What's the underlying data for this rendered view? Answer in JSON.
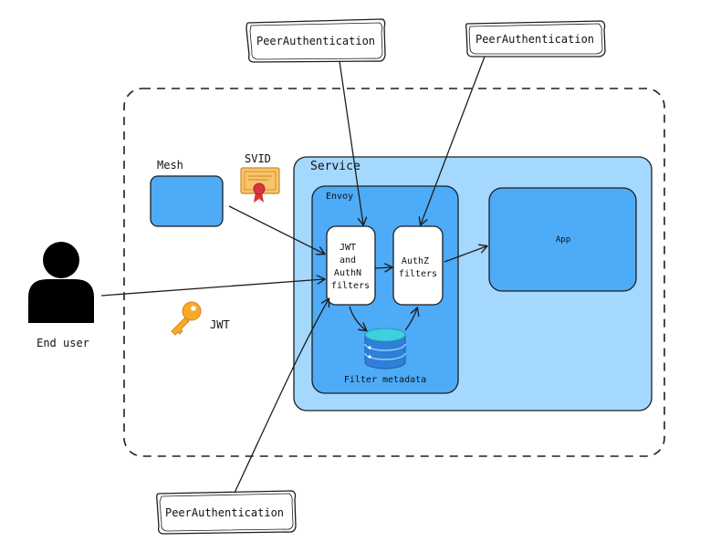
{
  "labels": {
    "peer_auth_top_left": "PeerAuthentication",
    "peer_auth_top_right": "PeerAuthentication",
    "peer_auth_bottom": "PeerAuthentication",
    "mesh": "Mesh",
    "svid": "SVID",
    "service": "Service",
    "envoy": "Envoy",
    "jwt_authn_line1": "JWT",
    "jwt_authn_line2": "and",
    "jwt_authn_line3": "AuthN",
    "jwt_authn_line4": "filters",
    "authz_line1": "AuthZ",
    "authz_line2": "filters",
    "app": "App",
    "filter_metadata": "Filter metadata",
    "end_user": "End user",
    "jwt": "JWT"
  },
  "colors": {
    "service_fill": "#a5d8ff",
    "envoy_fill": "#4dabf7",
    "mesh_fill": "#4dabf7",
    "app_fill": "#4dabf7",
    "filter_fill": "#ffffff",
    "stroke": "#1e1e1e",
    "key": "#f7a928",
    "certificate": "#f9c46b",
    "ribbon": "#d9363e",
    "db_top": "#3fd0e0",
    "db_body": "#2f7fd8"
  }
}
